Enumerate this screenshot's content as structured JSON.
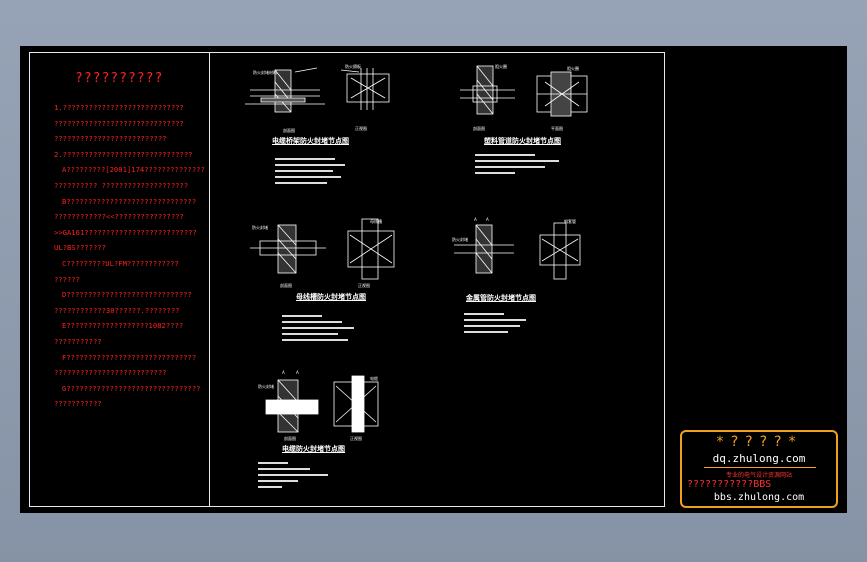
{
  "notes": {
    "title": "??????????",
    "lines": [
      {
        "text": "1.????????????????????????????",
        "indent": false
      },
      {
        "text": "??????????????????????????????",
        "indent": false
      },
      {
        "text": "??????????????????????????",
        "indent": false
      },
      {
        "text": "2.??????????????????????????????",
        "indent": false
      },
      {
        "text": "A?????????[2001]174??????????????",
        "indent": true
      },
      {
        "text": "??????????  ????????????????????",
        "indent": false
      },
      {
        "text": "B??????????????????????????????",
        "indent": true
      },
      {
        "text": "????????????<<????????????????",
        "indent": false
      },
      {
        "text": ">>GA161??????????????????????????",
        "indent": false
      },
      {
        "text": "UL?BS???????",
        "indent": false
      },
      {
        "text": "C?????????UL?FM????????????",
        "indent": true
      },
      {
        "text": "??????",
        "indent": false
      },
      {
        "text": "D?????????????????????????????",
        "indent": true
      },
      {
        "text": "????????????30??????.????????",
        "indent": false
      },
      {
        "text": "E???????????????????1082????",
        "indent": true
      },
      {
        "text": "???????????",
        "indent": false
      },
      {
        "text": "F??????????????????????????????",
        "indent": true
      },
      {
        "text": "??????????????????????????",
        "indent": false
      },
      {
        "text": "G???????????????????????????????",
        "indent": true
      },
      {
        "text": "???????????",
        "indent": false
      }
    ]
  },
  "drawings": [
    {
      "title": "电缆桥架防火封堵节点图"
    },
    {
      "title": "塑料管道防火封堵节点图"
    },
    {
      "title": "母线槽防火封堵节点图"
    },
    {
      "title": "金属管防火封堵节点图"
    },
    {
      "title": "电缆防火封堵节点图"
    }
  ],
  "stamp": {
    "stars": "*????*",
    "url1": "dq.zhulong.com",
    "red_text": "专业的电气设计资源网站",
    "bbs_text": "???????????BBS",
    "url2": "bbs.zhulong.com"
  },
  "colors": {
    "background": "#8e9bae",
    "model_space": "#000000",
    "frame": "#e8e8e8",
    "notes_text": "#ff2020",
    "stamp_border": "#f0a020"
  }
}
